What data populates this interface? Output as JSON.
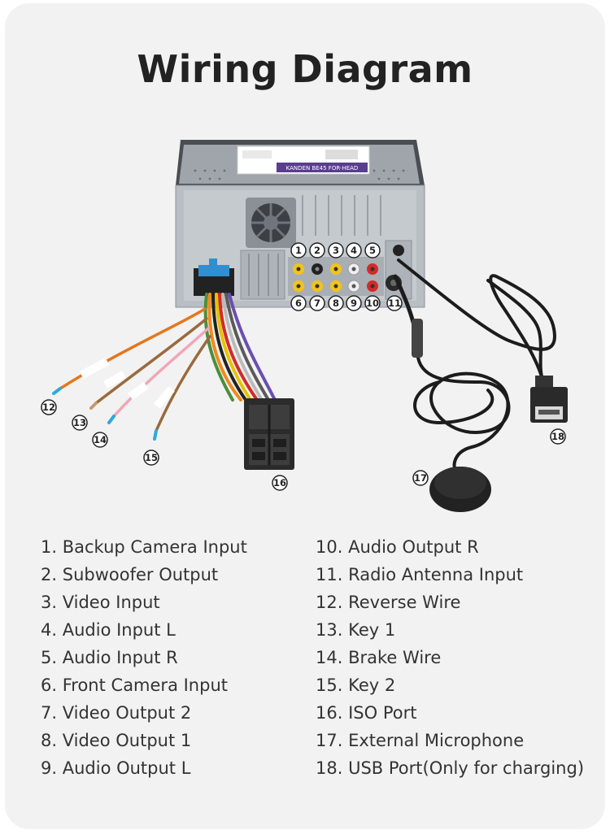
{
  "title": "Wiring Diagram",
  "unit_label": "KANDEN BE45 FOR-HEAD",
  "callouts": [
    "1",
    "2",
    "3",
    "4",
    "5",
    "6",
    "7",
    "8",
    "9",
    "10",
    "11",
    "12",
    "13",
    "14",
    "15",
    "16",
    "17",
    "18"
  ],
  "legend": {
    "left": [
      {
        "num": "1.",
        "text": "Backup Camera Input"
      },
      {
        "num": "2.",
        "text": "Subwoofer Output"
      },
      {
        "num": "3.",
        "text": "Video Input"
      },
      {
        "num": "4.",
        "text": "Audio Input L"
      },
      {
        "num": "5.",
        "text": "Audio Input R"
      },
      {
        "num": "6.",
        "text": "Front Camera Input"
      },
      {
        "num": "7.",
        "text": "Video Output 2"
      },
      {
        "num": "8.",
        "text": "Video Output 1"
      },
      {
        "num": "9.",
        "text": "Audio Output L"
      }
    ],
    "right": [
      {
        "num": "10.",
        "text": "Audio Output R"
      },
      {
        "num": "11.",
        "text": "Radio Antenna Input"
      },
      {
        "num": "12.",
        "text": "Reverse Wire"
      },
      {
        "num": "13.",
        "text": "Key 1"
      },
      {
        "num": "14.",
        "text": "Brake Wire"
      },
      {
        "num": "15.",
        "text": "Key 2"
      },
      {
        "num": "16.",
        "text": "ISO Port"
      },
      {
        "num": "17.",
        "text": "External Microphone"
      },
      {
        "num": "18.",
        "text": "USB Port(Only for charging)"
      }
    ]
  },
  "colors": {
    "rca_yellow": "#f2c41a",
    "rca_white": "#eeeeee",
    "rca_red": "#d42a2a",
    "chassis": "#b9bec4",
    "connector_blue": "#2f8fd0"
  }
}
